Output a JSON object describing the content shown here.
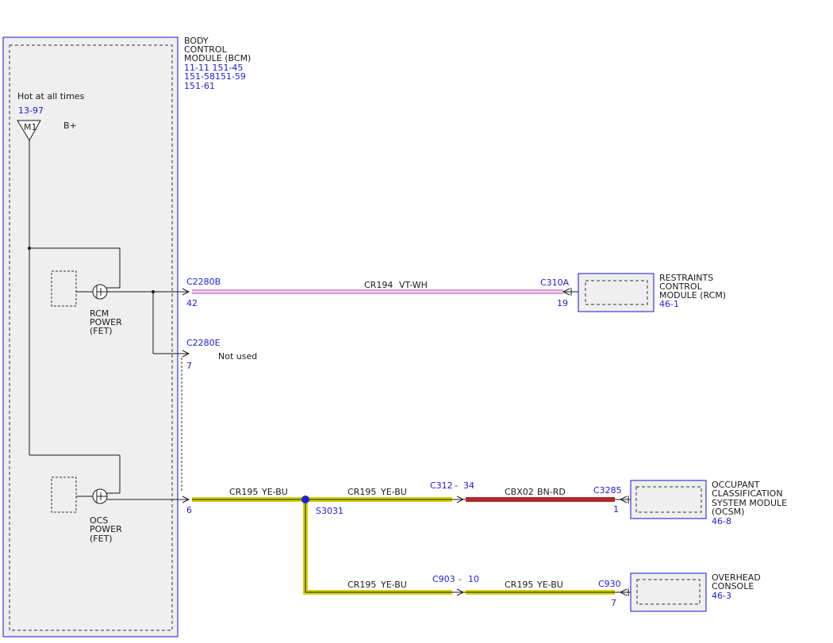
{
  "bcm": {
    "title_lines": [
      "BODY",
      "CONTROL",
      "MODULE (BCM)"
    ],
    "ref_lines": [
      "11-11  151-45",
      "151-58151-59",
      "151-61"
    ],
    "hot_label": "Hot at all times",
    "hot_ref": "13-97",
    "fuse_label": "M1",
    "bplus_label": "B+",
    "rcm_power_lines": [
      "RCM",
      "POWER",
      "(FET)"
    ],
    "ocs_power_lines": [
      "OCS",
      "POWER",
      "(FET)"
    ]
  },
  "connectors": {
    "c2280b": {
      "name": "C2280B",
      "pin": "42"
    },
    "c2280e": {
      "name": "C2280E",
      "pin": "7",
      "note": "Not used"
    },
    "c2280_ocs_pin": "6",
    "c310a": {
      "name": "C310A",
      "pin": "19"
    },
    "c312": {
      "name": "C312",
      "dash": "-",
      "pin": "34"
    },
    "c3285": {
      "name": "C3285",
      "pin": "1"
    },
    "c903": {
      "name": "C903",
      "dash": "-",
      "pin": "10"
    },
    "c930": {
      "name": "C930",
      "pin": "7"
    },
    "splice": "S3031"
  },
  "wires": {
    "cr194": {
      "circuit": "CR194",
      "color_code": "VT-WH",
      "color": "#d79ad7"
    },
    "cr195_a": {
      "circuit": "CR195",
      "color_code": "YE-BU"
    },
    "cr195_b": {
      "circuit": "CR195",
      "color_code": "YE-BU"
    },
    "cr195_c": {
      "circuit": "CR195",
      "color_code": "YE-BU"
    },
    "cr195_d": {
      "circuit": "CR195",
      "color_code": "YE-BU"
    },
    "cbx02": {
      "circuit": "CBX02",
      "color_code": "BN-RD",
      "color": "#b0282a"
    },
    "yellow_color": "#d4d400"
  },
  "rcm": {
    "title_lines": [
      "RESTRAINTS",
      "CONTROL",
      "MODULE (RCM)"
    ],
    "ref": "46-1"
  },
  "ocsm": {
    "title_lines": [
      "OCCUPANT",
      "CLASSIFICATION",
      "SYSTEM MODULE",
      "(OCSM)"
    ],
    "ref": "46-8"
  },
  "overhead": {
    "title_lines": [
      "OVERHEAD",
      "CONSOLE"
    ],
    "ref": "46-3"
  },
  "colors": {
    "module_border": "#3a3ae0",
    "module_fill": "#efefef",
    "connector_text": "#2020d8"
  }
}
